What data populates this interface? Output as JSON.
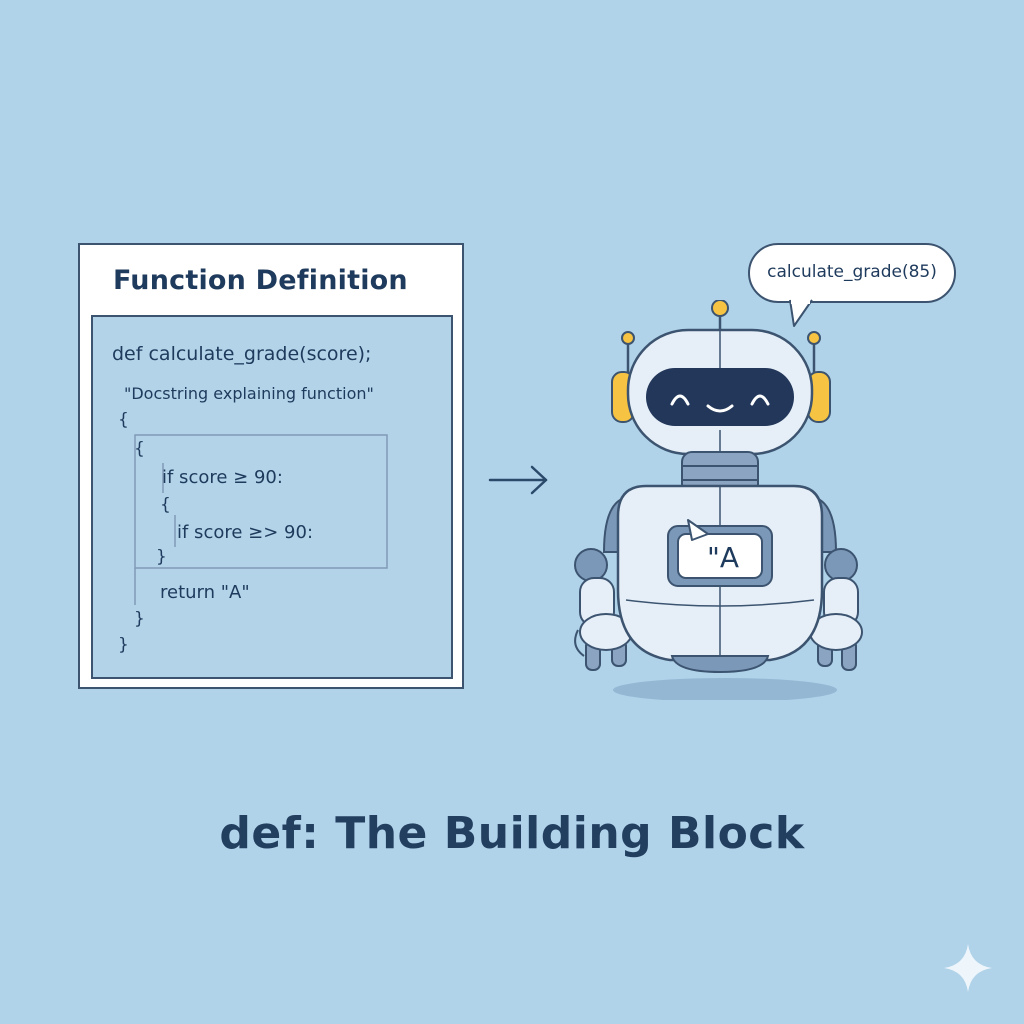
{
  "panel": {
    "title": "Function Definition",
    "code_lines": [
      "def calculate_grade(score);",
      "\"Docstring explaining function\"",
      "{",
      "{",
      "if score ≥ 90:",
      "{",
      "if score ≥> 90:",
      "}",
      "return \"A\"",
      "}",
      "}"
    ]
  },
  "bubble": {
    "text": "calculate_grade(85)"
  },
  "robot": {
    "chest_text": "\"A"
  },
  "caption": {
    "text": "def: The Building Block"
  },
  "colors": {
    "background": "#b0d3ea",
    "ink": "#1e3a5c",
    "robot_body": "#e6eff8",
    "robot_accent": "#7b98b8",
    "antenna": "#f6c342"
  },
  "icons": [
    "right-arrow-icon",
    "sparkle-icon"
  ]
}
